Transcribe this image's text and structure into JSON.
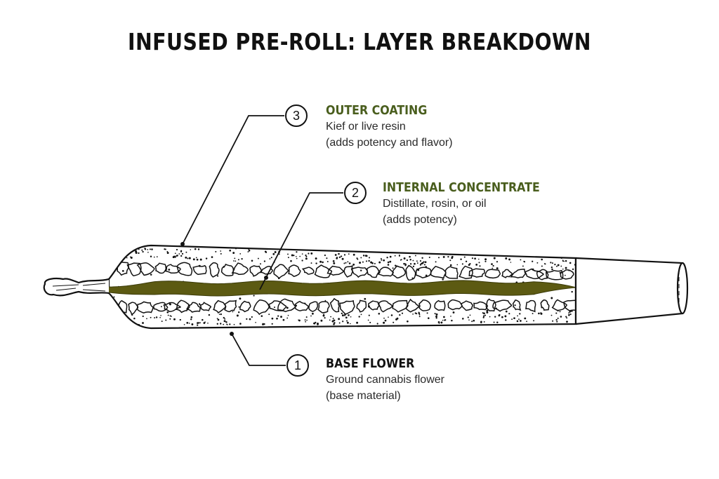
{
  "title": "INFUSED PRE-ROLL: LAYER BREAKDOWN",
  "colors": {
    "accent_green": "#4a5e1e",
    "concentrate_fill": "#5c5a12",
    "heading_dark": "#111111",
    "outline": "#111111"
  },
  "layers": [
    {
      "number": "1",
      "name": "BASE FLOWER",
      "line1": "Ground cannabis flower",
      "line2": "(base material)",
      "heading_color": "#111111"
    },
    {
      "number": "2",
      "name": "INTERNAL CONCENTRATE",
      "line1": "Distillate, rosin, or oil",
      "line2": "(adds potency)",
      "heading_color": "#4a5e1e"
    },
    {
      "number": "3",
      "name": "OUTER COATING",
      "line1": "Kief or live resin",
      "line2": "(adds potency and flavor)",
      "heading_color": "#4a5e1e"
    }
  ]
}
